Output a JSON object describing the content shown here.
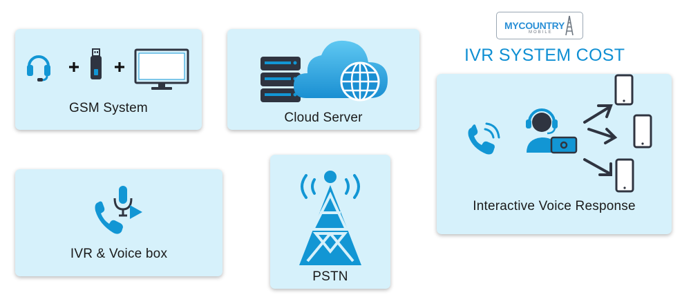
{
  "header": {
    "title": "IVR SYSTEM COST",
    "logo": {
      "text": "MYCOUNTRY",
      "sub": "MOBILE"
    }
  },
  "cards": {
    "gsm": {
      "label": "GSM System"
    },
    "cloud": {
      "label": "Cloud Server"
    },
    "ivr": {
      "label": "IVR & Voice box"
    },
    "pstn": {
      "label": "PSTN"
    },
    "response": {
      "label": "Interactive Voice Response"
    }
  },
  "icons": [
    "headset-icon",
    "plus-icon",
    "usb-stick-icon",
    "monitor-icon",
    "server-stack-icon",
    "cloud-icon",
    "globe-icon",
    "voice-phone-mic-icon",
    "radio-tower-icon",
    "phone-ringing-icon",
    "agent-icon",
    "arrow-icon",
    "smartphone-icon"
  ],
  "colors": {
    "accent": "#1296d4",
    "card_bg": "#d6f1fb",
    "icon_dark": "#2f3440",
    "title": "#0f8fd3"
  }
}
